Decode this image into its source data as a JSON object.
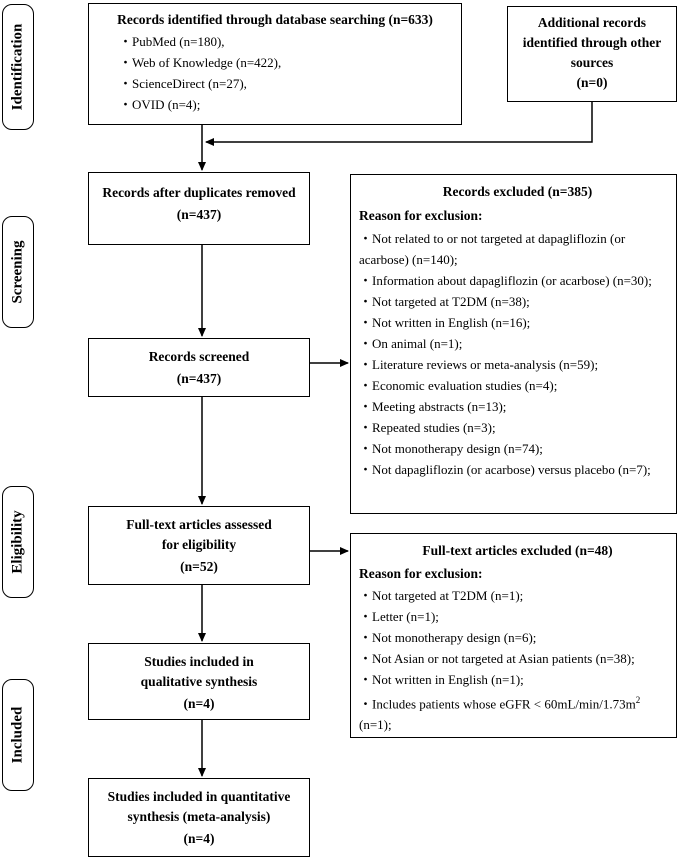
{
  "stages": {
    "identification": "Identification",
    "screening": "Screening",
    "eligibility": "Eligibility",
    "included": "Included"
  },
  "identified": {
    "title": "Records identified through database searching (n=633)",
    "items": [
      "・PubMed (n=180),",
      "・Web of Knowledge (n=422),",
      "・ScienceDirect (n=27),",
      "・OVID (n=4);"
    ]
  },
  "additional": {
    "line1": "Additional records",
    "line2": "identified through other",
    "line3": "sources",
    "count": "(n=0)"
  },
  "duplicates": {
    "line1": "Records after duplicates removed",
    "count": "(n=437)"
  },
  "screened": {
    "line1": "Records screened",
    "count": "(n=437)"
  },
  "excluded": {
    "title": "Records excluded (n=385)",
    "reason_label": "Reason for exclusion:",
    "items": [
      "・Not related to or not targeted at dapagliflozin (or",
      "acarbose) (n=140);",
      "・Information about dapagliflozin (or acarbose) (n=30);",
      "・Not targeted at T2DM (n=38);",
      "・Not written in English (n=16);",
      "・On animal (n=1);",
      "・Literature reviews or meta-analysis (n=59);",
      "・Economic evaluation studies (n=4);",
      "・Meeting abstracts (n=13);",
      "・Repeated studies (n=3);",
      "・Not monotherapy design (n=74);",
      "・Not dapagliflozin (or acarbose) versus placebo (n=7);"
    ]
  },
  "fulltext": {
    "line1": "Full-text articles assessed",
    "line2": "for eligibility",
    "count": "(n=52)"
  },
  "fulltext_excluded": {
    "title": "Full-text articles excluded (n=48)",
    "reason_label": "Reason for exclusion:",
    "items": [
      "・Not targeted at T2DM (n=1);",
      "・Letter (n=1);",
      "・Not monotherapy design (n=6);",
      "・Not Asian or not targeted at Asian patients (n=38);",
      "・Not written in English (n=1);"
    ],
    "egfr_prefix": "・Includes patients whose eGFR < 60mL/min/1.73m",
    "egfr_sup": "2",
    "egfr_count": "(n=1);"
  },
  "qualitative": {
    "line1": "Studies included in",
    "line2": "qualitative synthesis",
    "count": "(n=4)"
  },
  "quantitative": {
    "line1": "Studies included in quantitative",
    "line2": "synthesis (meta-analysis)",
    "count": "(n=4)"
  }
}
